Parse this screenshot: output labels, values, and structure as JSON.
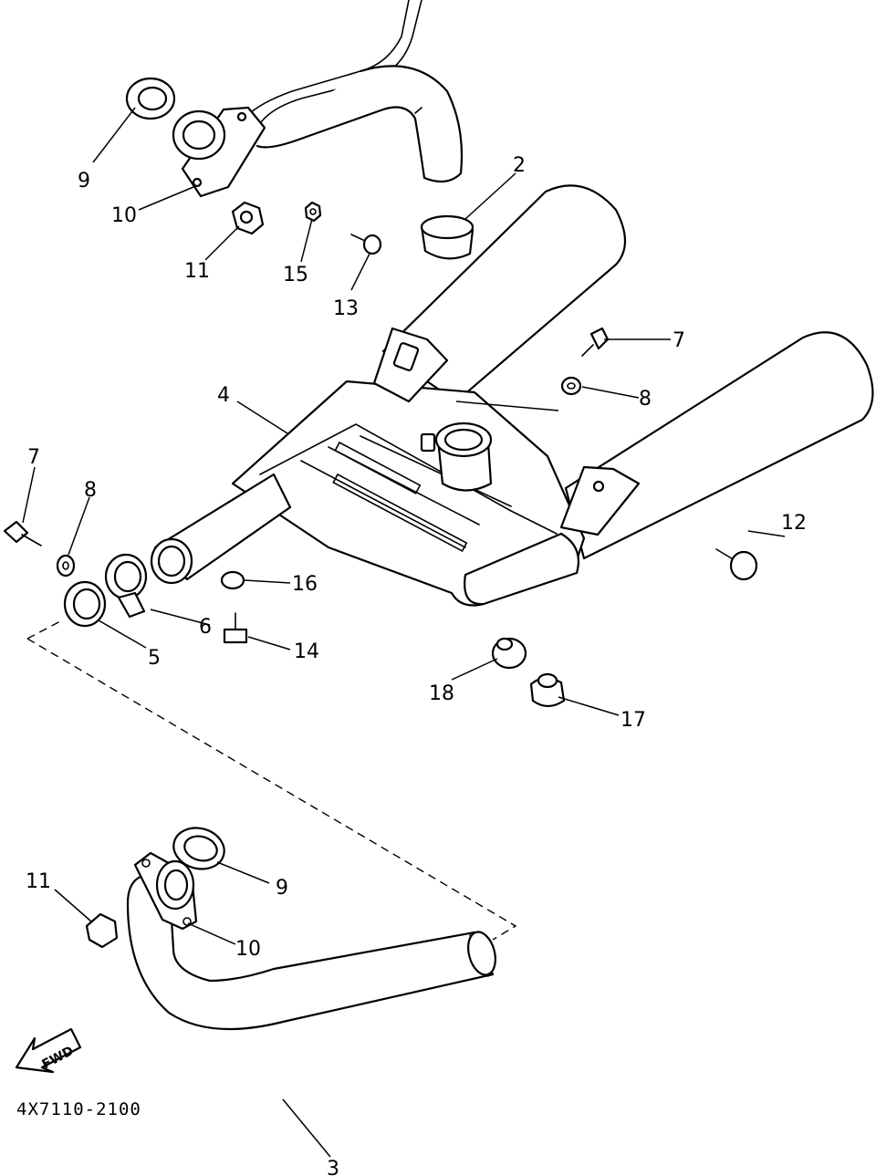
{
  "diagram_code": "4X7110-2100",
  "fwd_label": "FWD",
  "callouts": [
    {
      "id": "c9a",
      "text": "9"
    },
    {
      "id": "c10a",
      "text": "10"
    },
    {
      "id": "c11a",
      "text": "11"
    },
    {
      "id": "c15",
      "text": "15"
    },
    {
      "id": "c13",
      "text": "13"
    },
    {
      "id": "c2",
      "text": "2"
    },
    {
      "id": "c7a",
      "text": "7"
    },
    {
      "id": "c8a",
      "text": "8"
    },
    {
      "id": "c4",
      "text": "4"
    },
    {
      "id": "c7b",
      "text": "7"
    },
    {
      "id": "c8b",
      "text": "8"
    },
    {
      "id": "c12",
      "text": "12"
    },
    {
      "id": "c16",
      "text": "16"
    },
    {
      "id": "c6",
      "text": "6"
    },
    {
      "id": "c5",
      "text": "5"
    },
    {
      "id": "c14",
      "text": "14"
    },
    {
      "id": "c18",
      "text": "18"
    },
    {
      "id": "c17",
      "text": "17"
    },
    {
      "id": "c9b",
      "text": "9"
    },
    {
      "id": "c11b",
      "text": "11"
    },
    {
      "id": "c10b",
      "text": "10"
    },
    {
      "id": "c3",
      "text": "3"
    }
  ]
}
